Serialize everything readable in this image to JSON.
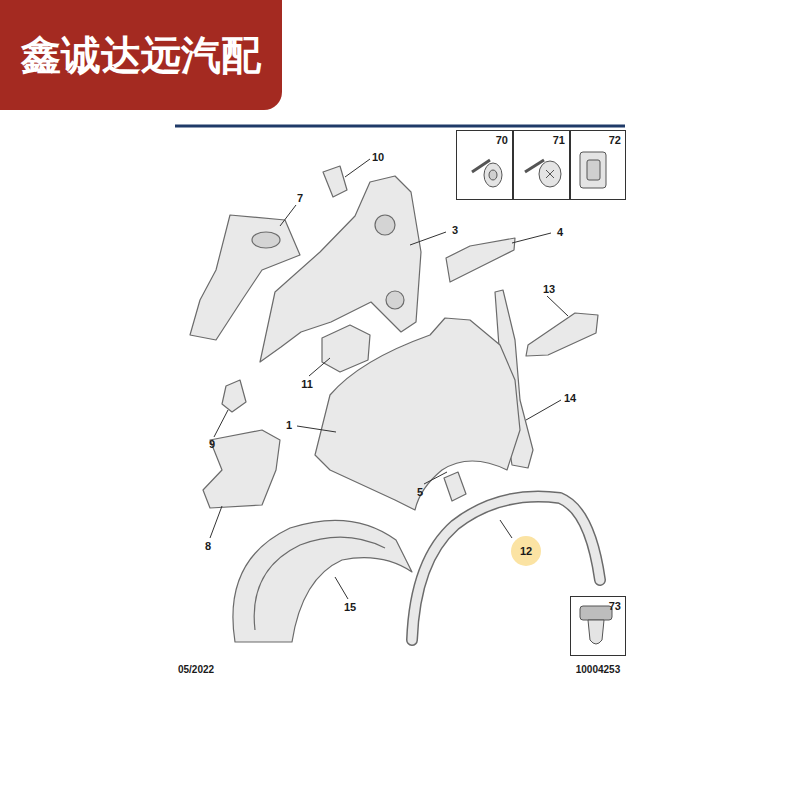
{
  "diagram": {
    "nodes": [
      {
        "text": [
          "鑫诚达远汽配"
        ]
      },
      {
        "text": [
          "70"
        ]
      },
      {
        "text": [
          "71"
        ]
      },
      {
        "text": [
          "72"
        ]
      },
      {
        "text": [
          "73"
        ]
      },
      {
        "text": [
          "12"
        ]
      }
    ],
    "labels": [
      "10",
      "7",
      "3",
      "4",
      "13",
      "11",
      "14",
      "1",
      "9",
      "5",
      "8",
      "15",
      "05/2022",
      "10004253"
    ]
  }
}
